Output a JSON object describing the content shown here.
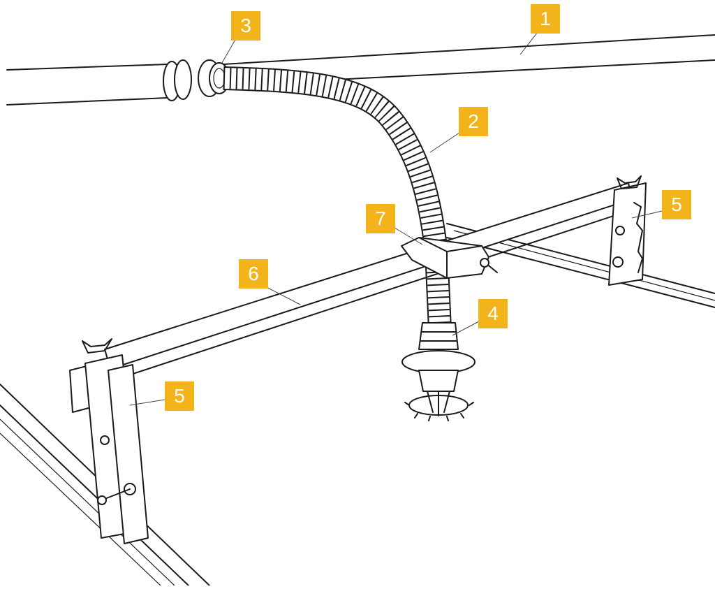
{
  "callouts": {
    "c1": "1",
    "c2": "2",
    "c3": "3",
    "c4": "4",
    "c5a": "5",
    "c5b": "5",
    "c6": "6",
    "c7": "7"
  },
  "colors": {
    "badge": "#f2b31b",
    "badge_text": "#ffffff",
    "line": "#1a1a1a",
    "background": "#ffffff"
  }
}
